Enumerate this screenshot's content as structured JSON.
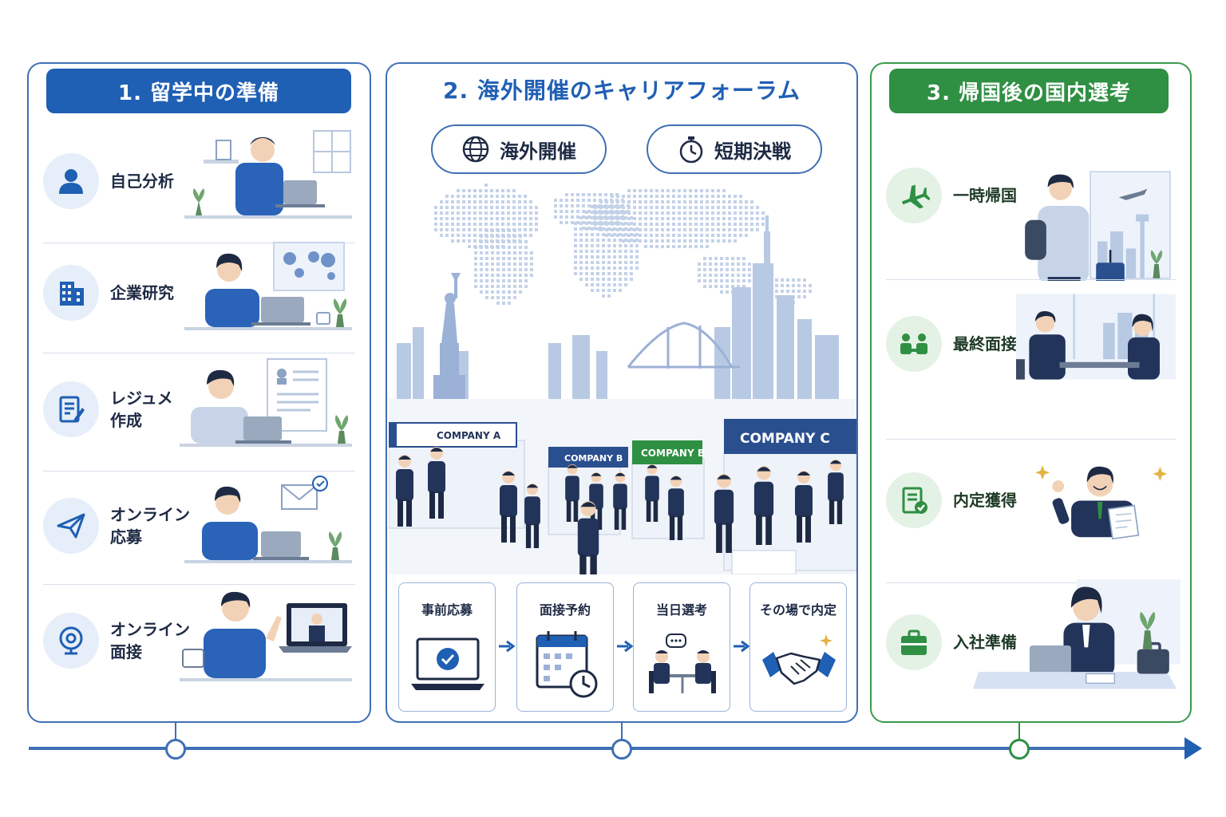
{
  "phase1": {
    "title": "1. 留学中の準備",
    "items": [
      {
        "label": "自己分析",
        "icon": "person-icon"
      },
      {
        "label": "企業研究",
        "icon": "building-icon"
      },
      {
        "label": "レジュメ\n作成",
        "icon": "document-edit-icon"
      },
      {
        "label": "オンライン\n応募",
        "icon": "paper-plane-icon"
      },
      {
        "label": "オンライン\n面接",
        "icon": "webcam-icon"
      }
    ]
  },
  "phase2": {
    "title": "2. 海外開催のキャリアフォーラム",
    "tags": [
      "海外開催",
      "短期決戦"
    ],
    "booths": [
      "COMPANY A",
      "COMPANY B",
      "COMPANY B",
      "COMPANY C"
    ],
    "steps": [
      "事前応募",
      "面接予約",
      "当日選考",
      "その場で内定"
    ]
  },
  "phase3": {
    "title": "3. 帰国後の国内選考",
    "items": [
      {
        "label": "一時帰国",
        "icon": "airplane-icon"
      },
      {
        "label": "最終面接",
        "icon": "interview-icon"
      },
      {
        "label": "内定獲得",
        "icon": "offer-document-icon"
      },
      {
        "label": "入社準備",
        "icon": "briefcase-icon"
      }
    ]
  },
  "colors": {
    "blue": "#1f5fb4",
    "green": "#2f8f43",
    "light_blue": "#e6eef9",
    "light_green": "#e3f2e5"
  }
}
